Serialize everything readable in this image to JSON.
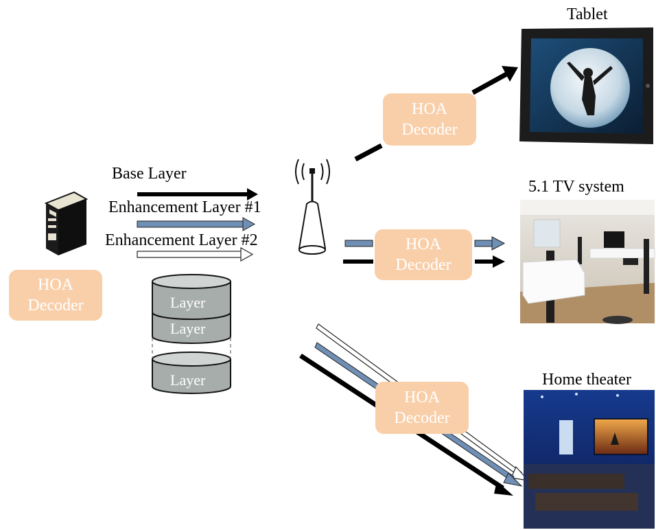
{
  "devices": {
    "tablet": {
      "title": "Tablet"
    },
    "tv": {
      "title": "5.1 TV system"
    },
    "home_theater": {
      "title": "Home theater"
    }
  },
  "streams": {
    "base": "Base Layer",
    "enhancement1": "Enhancement Layer #1",
    "enhancement2": "Enhancement Layer #2"
  },
  "decoders": {
    "source": {
      "line1": "HOA",
      "line2": "Decoder"
    },
    "tablet": {
      "line1": "HOA",
      "line2": "Decoder"
    },
    "tv": {
      "line1": "HOA",
      "line2": "Decoder"
    },
    "home_theater": {
      "line1": "HOA",
      "line2": "Decoder"
    }
  },
  "layer_stack": [
    "Layer",
    "Layer",
    "Layer"
  ],
  "colors": {
    "base_arrow": "#000000",
    "enhancement1_arrow": "#6f8fb5",
    "enhancement2_arrow": "#ffffff",
    "decoder_box": "#f9cfaa",
    "layer_cylinder": "#a7adab"
  }
}
